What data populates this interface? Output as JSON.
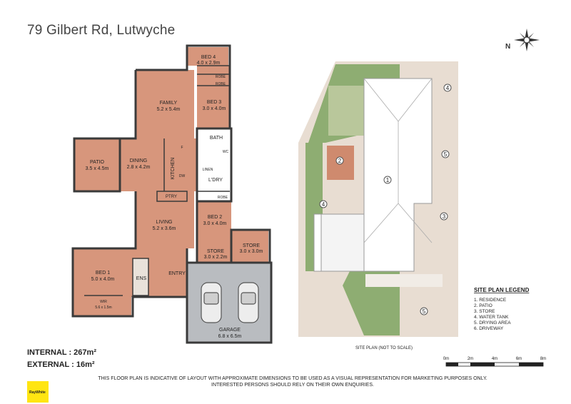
{
  "header": {
    "address": "79 Gilbert Rd, Lutwyche"
  },
  "areas": {
    "internal": "INTERNAL : 267m²",
    "external": "EXTERNAL : 16m²"
  },
  "rooms": {
    "bed4": {
      "name": "BED 4",
      "size": "4.0 x 2.9m"
    },
    "robe1": "ROBE",
    "robe2": "ROBE",
    "family": {
      "name": "FAMILY",
      "size": "5.2 x 5.4m"
    },
    "bed3": {
      "name": "BED 3",
      "size": "3.0 x 4.0m"
    },
    "bath": "BATH",
    "wc": "WC",
    "patio": {
      "name": "PATIO",
      "size": "3.5 x 4.5m"
    },
    "dining": {
      "name": "DINING",
      "size": "2.8 x 4.2m"
    },
    "kitchen": "KITCHEN",
    "f": "F",
    "dw": "DW",
    "linen": "LINEN",
    "ldry": "L'DRY",
    "ptry": "PTRY",
    "robe3": "ROBE",
    "living": {
      "name": "LIVING",
      "size": "5.2 x 3.6m"
    },
    "bed2": {
      "name": "BED 2",
      "size": "3.0 x 4.0m"
    },
    "store1": {
      "name": "STORE",
      "size": "3.0 x 3.0m"
    },
    "store2": {
      "name": "STORE",
      "size": "3.0 x 2.2m"
    },
    "bed1": {
      "name": "BED 1",
      "size": "5.0 x 4.0m"
    },
    "ens": "ENS",
    "entry": "ENTRY",
    "wir": {
      "name": "WIR",
      "size": "5.6 x 1.5m"
    },
    "garage": {
      "name": "GARAGE",
      "size": "6.8 x 6.5m"
    }
  },
  "site_plan": {
    "caption": "SITE PLAN   (NOT TO SCALE)",
    "markers": [
      "1",
      "2",
      "3",
      "4",
      "4",
      "5",
      "5"
    ],
    "legend_title": "SITE PLAN LEGEND",
    "legend": [
      "1. RESIDENCE",
      "2. PATIO",
      "3. STORE",
      "4. WATER TANK",
      "5. DRYING AREA",
      "6. DRIVEWAY"
    ]
  },
  "scale": {
    "ticks": [
      "0m",
      "2m",
      "4m",
      "6m",
      "8m"
    ]
  },
  "compass": {
    "label": "N"
  },
  "footer": {
    "line1": "THIS FLOOR PLAN IS INDICATIVE OF LAYOUT WITH APPROXIMATE DIMENSIONS TO BE USED AS A VISUAL REPRESENTATION FOR MARKETING PURPOSES ONLY.",
    "line2": "INTERESTED PERSONS SHOULD RELY ON THEIR OWN ENQUIRIES."
  },
  "logo": {
    "text": "RayWhite"
  },
  "colors": {
    "floor": "#d7967c",
    "garage": "#b9bcc0",
    "grass": "#8ead72",
    "gravel": "#e8ddd2",
    "wall": "#3a3a3a"
  }
}
